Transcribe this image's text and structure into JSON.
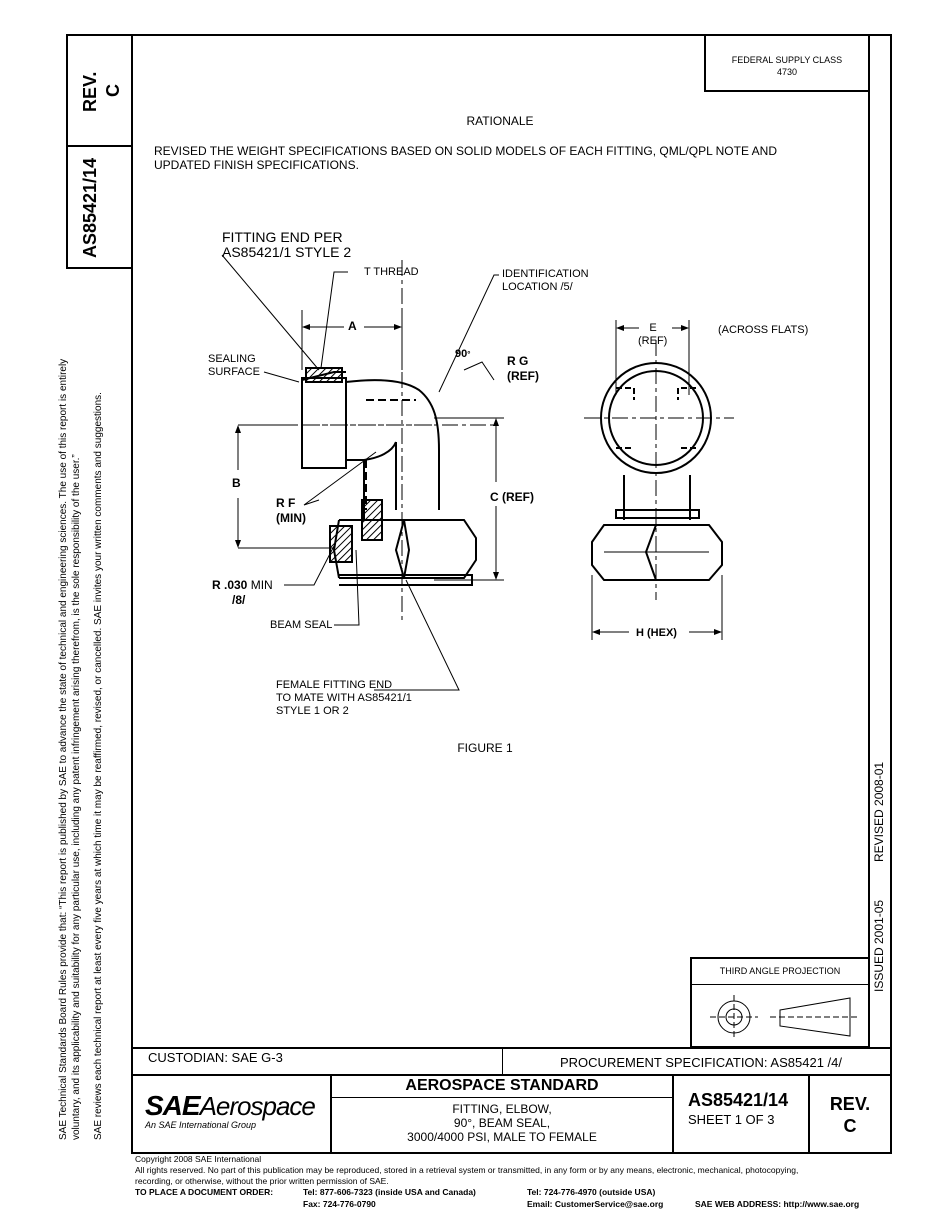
{
  "header": {
    "supply_class_label": "FEDERAL SUPPLY CLASS",
    "supply_class_value": "4730",
    "rev_label": "REV.",
    "rev_value": "C",
    "doc_number": "AS85421/14"
  },
  "sidebar": {
    "line1": "SAE Technical Standards Board Rules provide that: “This report is published by SAE to advance the state of technical and engineering sciences. The use of this report is entirely",
    "line2": "voluntary, and its applicability and suitability for any particular use, including any patent infringement arising therefrom, is the sole responsibility of the user.”",
    "line3": "SAE reviews each technical report at least every five years at which time it may be reaffirmed, revised, or cancelled. SAE invites your written comments and suggestions."
  },
  "right_strip": {
    "issued": "ISSUED 2001-05",
    "revised": "REVISED 2008-01"
  },
  "rationale": {
    "heading": "RATIONALE",
    "line1": "REVISED THE WEIGHT SPECIFICATIONS BASED ON SOLID MODELS OF EACH FITTING, QML/QPL NOTE AND",
    "line2": "UPDATED FINISH SPECIFICATIONS."
  },
  "figure": {
    "caption": "FIGURE 1",
    "labels": {
      "fitting_end_1": "FITTING END PER",
      "fitting_end_2": "AS85421/1 STYLE 2",
      "t_thread": "T THREAD",
      "ident_1": "IDENTIFICATION",
      "ident_2": "LOCATION  /5/",
      "a": "A",
      "angle": "90",
      "rg_1": "R G",
      "rg_2": "(REF)",
      "sealing_1": "SEALING",
      "sealing_2": "SURFACE",
      "b": "B",
      "rf_1": "R F",
      "rf_2": "(MIN)",
      "c_ref": "C (REF)",
      "r030": "R .030",
      "r030_min": "MIN",
      "r030_note": "/8/",
      "beam_seal": "BEAM SEAL",
      "female_1": "FEMALE FITTING END",
      "female_2": "TO MATE WITH AS85421/1",
      "female_3": "STYLE 1 OR 2",
      "e": "E",
      "e_ref": "(REF)",
      "across_flats": "(ACROSS FLATS)",
      "h_hex": "H  (HEX)"
    }
  },
  "third_angle": "THIRD ANGLE PROJECTION",
  "custodian": "CUSTODIAN: SAE G-3",
  "procurement": "PROCUREMENT SPECIFICATION: AS85421 /4/",
  "title_block": {
    "logo_sae": "SAE",
    "logo_aero": "Aerospace",
    "logo_sub": "An SAE International Group",
    "standard_type": "AEROSPACE STANDARD",
    "desc_1": "FITTING, ELBOW,",
    "desc_2": "90°, BEAM SEAL,",
    "desc_3": "3000/4000 PSI, MALE TO FEMALE",
    "number": "AS85421/14",
    "sheet": "SHEET 1 OF 3",
    "rev_label": "REV.",
    "rev_value": "C"
  },
  "footer": {
    "copyright": "Copyright 2008 SAE International",
    "rights_1": "All rights reserved. No part of this publication may be reproduced, stored in a retrieval system or transmitted, in any form or by any means, electronic, mechanical, photocopying,",
    "rights_2": "recording, or otherwise, without the prior written permission of SAE.",
    "order_label": "TO PLACE A DOCUMENT ORDER:",
    "tel_usa": "Tel:  877-606-7323 (inside USA and Canada)",
    "fax": "Fax: 724-776-0790",
    "tel_out": "Tel:  724-776-4970 (outside USA)",
    "email": "Email: CustomerService@sae.org",
    "web": "SAE WEB ADDRESS: http://www.sae.org"
  }
}
